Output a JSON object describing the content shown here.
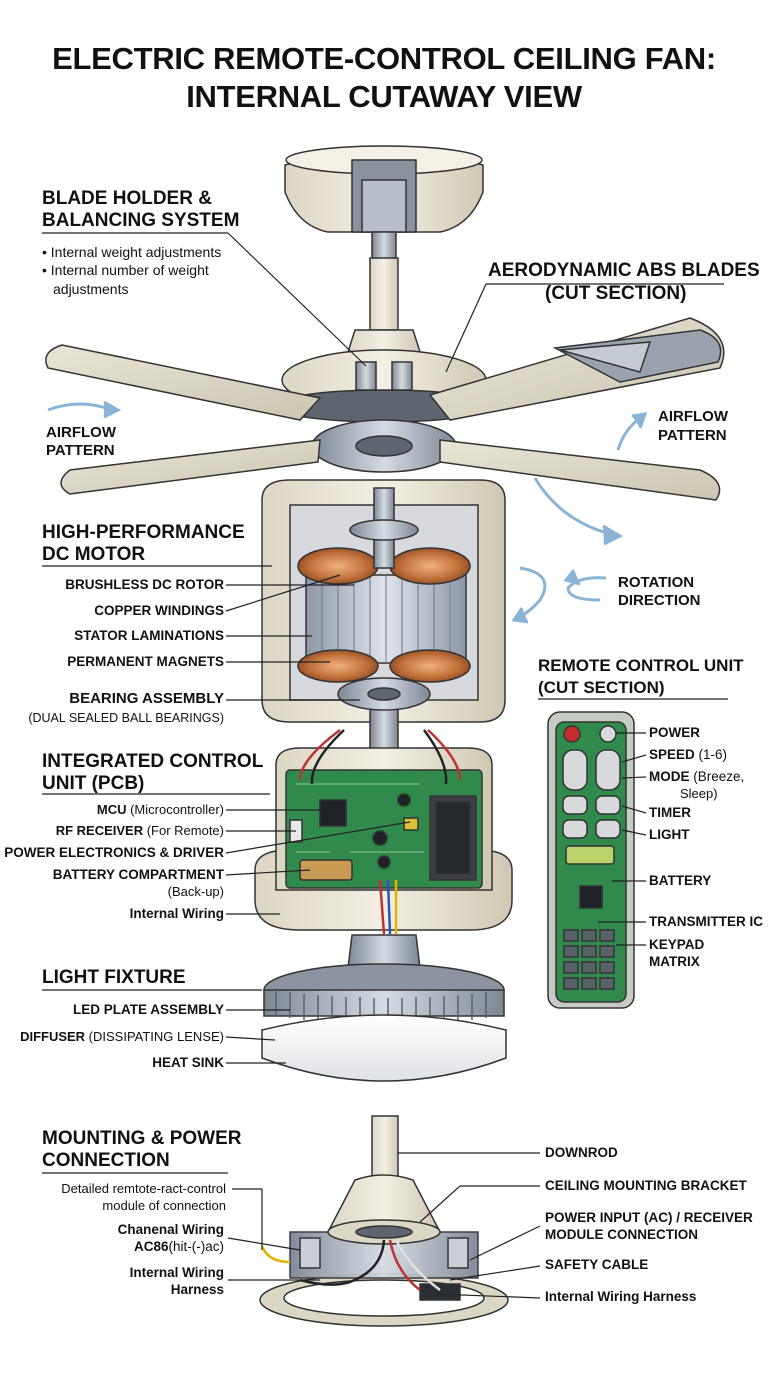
{
  "title": {
    "line1": "ELECTRIC REMOTE-CONTROL CEILING FAN:",
    "line2": "INTERNAL CUTAWAY VIEW"
  },
  "blade_holder": {
    "heading_line1": "BLADE HOLDER &",
    "heading_line2": "BALANCING SYSTEM",
    "bullet1": "• Internal weight adjustments",
    "bullet2": "• Internal number of weight",
    "bullet2_cont": "adjustments"
  },
  "blades": {
    "heading_line1": "AERODYNAMIC ABS BLADES",
    "heading_line2": "(CUT SECTION)"
  },
  "airflow_left": {
    "line1": "AIRFLOW",
    "line2": "PATTERN"
  },
  "airflow_right": {
    "line1": "AIRFLOW",
    "line2": "PATTERN"
  },
  "motor": {
    "heading_line1": "HIGH-PERFORMANCE",
    "heading_line2": "DC MOTOR",
    "rotor": "BRUSHLESS DC ROTOR",
    "windings": "COPPER WINDINGS",
    "laminations": "STATOR LAMINATIONS",
    "magnets": "PERMANENT MAGNETS",
    "bearing": "BEARING ASSEMBLY",
    "bearing_sub": "(DUAL SEALED BALL BEARINGS)"
  },
  "rotation": {
    "line1": "ROTATION",
    "line2": "DIRECTION"
  },
  "control_unit": {
    "heading_line1": "INTEGRATED CONTROL",
    "heading_line2": "UNIT (PCB)",
    "mcu_bold": "MCU",
    "mcu_rest": " (Microcontroller)",
    "rf_bold": "RF RECEIVER",
    "rf_rest": " (For Remote)",
    "power": "POWER ELECTRONICS & DRIVER",
    "battery": "BATTERY COMPARTMENT",
    "battery_sub": "(Back-up)",
    "wiring": "Internal Wiring"
  },
  "remote": {
    "heading_line1": "REMOTE CONTROL UNIT",
    "heading_line2": "(CUT SECTION)",
    "power": "POWER",
    "speed": "SPEED",
    "speed_rest": " (1-6)",
    "mode": "MODE",
    "mode_rest": " (Breeze,",
    "mode_rest2": "Sleep)",
    "timer": "TIMER",
    "light": "LIGHT",
    "battery": "BATTERY",
    "transmitter": "TRANSMITTER IC",
    "keypad_line1": "KEYPAD",
    "keypad_line2": "MATRIX"
  },
  "light": {
    "heading": "LIGHT FIXTURE",
    "led": "LED PLATE ASSEMBLY",
    "diffuser_bold": "DIFFUSER",
    "diffuser_rest": " (DISSIPATING LENSE)",
    "heatsink": "HEAT SINK"
  },
  "mounting": {
    "heading_line1": "MOUNTING & POWER",
    "heading_line2": "CONNECTION",
    "detail_line1": "Detailed remtote-ract-control",
    "detail_line2": "module of connection",
    "chanenal_line1": "Chanenal Wiring",
    "chanenal_line2": "AC86",
    "chanenal_line2_rest": "(hit-(-)ac)",
    "harness_line1": "Internal Wiring",
    "harness_line2": "Harness",
    "downrod": "DOWNROD",
    "bracket": "CEILING MOUNTING BRACKET",
    "power_input_line1": "POWER INPUT (AC) / RECEIVER",
    "power_input_line2": "MODULE CONNECTION",
    "safety": "SAFETY CABLE",
    "harness_right": "Internal Wiring Harness"
  },
  "colors": {
    "housing": "#ece7d8",
    "housing_dark": "#cfc8b3",
    "metal": "#a9b2bd",
    "pcb": "#2f8a4c",
    "copper": "#c0703a",
    "remote_body": "#c6ccc4",
    "accent_blue": "#8ab4d6"
  }
}
